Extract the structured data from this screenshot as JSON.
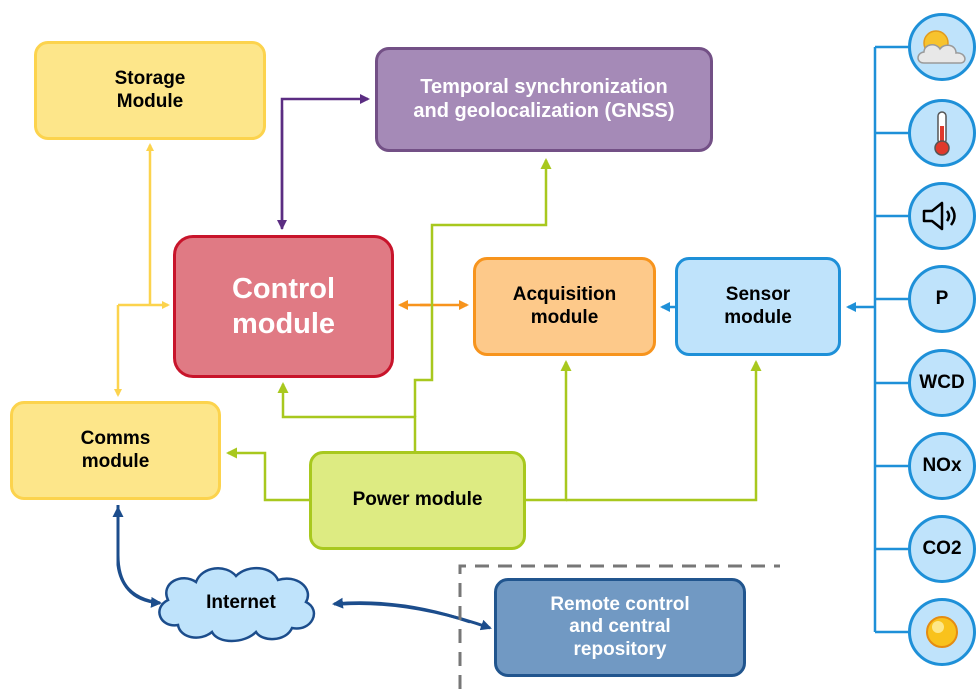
{
  "nodes": {
    "storage": "Storage\nModule",
    "gnss": "Temporal synchronization\nand geolocalization  (GNSS)",
    "control": "Control\nmodule",
    "acquisition": "Acquisition\nmodule",
    "sensor": "Sensor\nmodule",
    "comms": "Comms\nmodule",
    "power": "Power module",
    "internet": "Internet",
    "remote": "Remote control\nand central\nrepository"
  },
  "sensors": [
    {
      "label": "",
      "icon": "cloud-sun-icon"
    },
    {
      "label": "",
      "icon": "thermometer-icon"
    },
    {
      "label": "",
      "icon": "speaker-icon"
    },
    {
      "label": "P",
      "icon": ""
    },
    {
      "label": "WCD",
      "icon": ""
    },
    {
      "label": "NOx",
      "icon": ""
    },
    {
      "label": "CO2",
      "icon": ""
    },
    {
      "label": "",
      "icon": "sun-icon"
    }
  ],
  "colors": {
    "storage_link": "#fcd34d",
    "gnss_link": "#5b2d82",
    "acq_link": "#f7941d",
    "power_link": "#a8c81e",
    "sensor_link": "#1e90d8",
    "internet_link": "#1c4d8c"
  }
}
